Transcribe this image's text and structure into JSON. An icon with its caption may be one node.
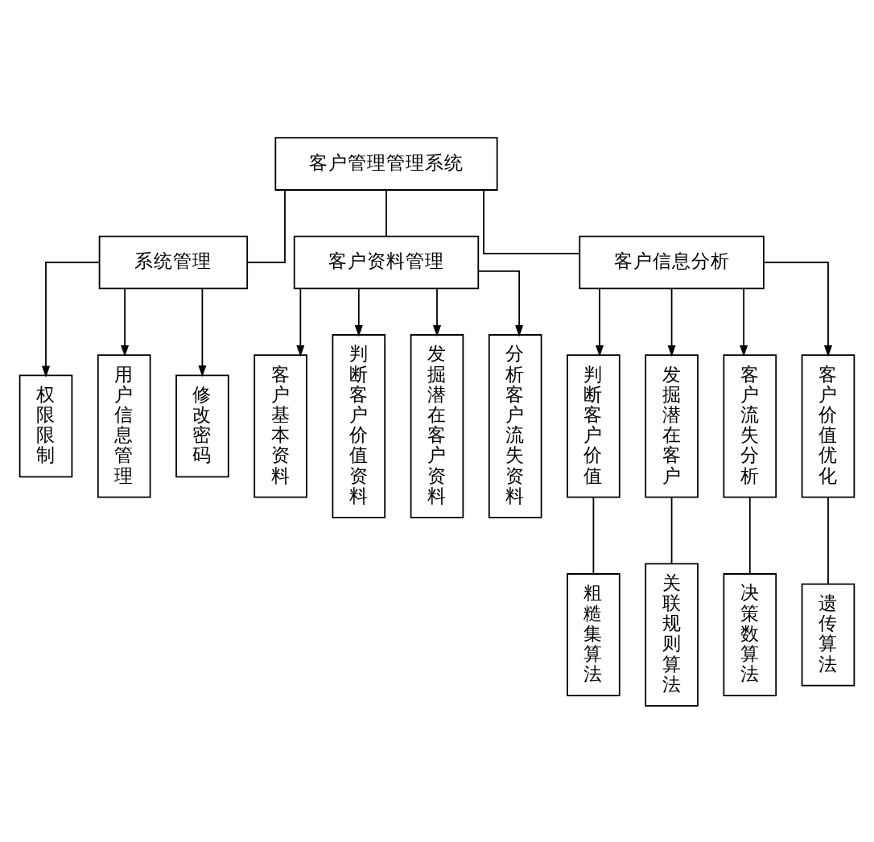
{
  "diagram": {
    "nodes": [
      {
        "text": [
          "客户管理管理系统"
        ]
      },
      {
        "text": [
          "系统管理"
        ]
      },
      {
        "text": [
          "客户资料管理"
        ]
      },
      {
        "text": [
          "客户信息分析"
        ]
      },
      {
        "text": [
          "权限限制"
        ]
      },
      {
        "text": [
          "用户信息管理"
        ]
      },
      {
        "text": [
          "修改密码"
        ]
      },
      {
        "text": [
          "客户基本资料"
        ]
      },
      {
        "text": [
          "判断客户价值资料"
        ]
      },
      {
        "text": [
          "发掘潜在客户资料"
        ]
      },
      {
        "text": [
          "分析客户流失资料"
        ]
      },
      {
        "text": [
          "判断客户价值"
        ]
      },
      {
        "text": [
          "发掘潜在客户"
        ]
      },
      {
        "text": [
          "客户流失分析"
        ]
      },
      {
        "text": [
          "客户价值优化"
        ]
      },
      {
        "text": [
          "粗糙集算法"
        ]
      },
      {
        "text": [
          "关联规则算法"
        ]
      },
      {
        "text": [
          "决策数算法"
        ]
      },
      {
        "text": [
          "遗传算法"
        ]
      }
    ],
    "edges": [
      {
        "from": 0,
        "to": 1,
        "arrow": "none"
      },
      {
        "from": 0,
        "to": 2,
        "arrow": "none"
      },
      {
        "from": 0,
        "to": 3,
        "arrow": "none"
      },
      {
        "from": 1,
        "to": 4,
        "arrow": "to"
      },
      {
        "from": 1,
        "to": 5,
        "arrow": "to"
      },
      {
        "from": 1,
        "to": 6,
        "arrow": "to"
      },
      {
        "from": 2,
        "to": 7,
        "arrow": "to"
      },
      {
        "from": 2,
        "to": 8,
        "arrow": "to"
      },
      {
        "from": 2,
        "to": 9,
        "arrow": "to"
      },
      {
        "from": 2,
        "to": 10,
        "arrow": "to"
      },
      {
        "from": 3,
        "to": 11,
        "arrow": "to"
      },
      {
        "from": 3,
        "to": 12,
        "arrow": "to"
      },
      {
        "from": 3,
        "to": 13,
        "arrow": "to"
      },
      {
        "from": 3,
        "to": 14,
        "arrow": "to"
      },
      {
        "from": 11,
        "to": 15,
        "arrow": "none"
      },
      {
        "from": 12,
        "to": 16,
        "arrow": "none"
      },
      {
        "from": 13,
        "to": 17,
        "arrow": "none"
      },
      {
        "from": 14,
        "to": 18,
        "arrow": "none"
      }
    ]
  }
}
